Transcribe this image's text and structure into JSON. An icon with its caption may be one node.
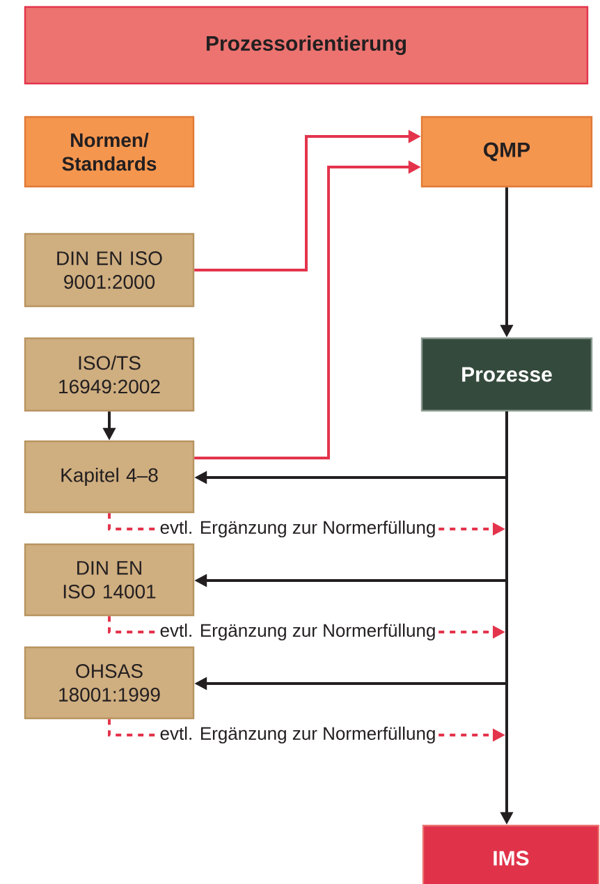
{
  "diagram": {
    "nodes": [
      {
        "text": [
          "Prozessorientierung"
        ]
      },
      {
        "text": [
          "Normen/ Standards"
        ]
      },
      {
        "text": [
          "QMP"
        ]
      },
      {
        "text": [
          "DIN EN ISO 9001:2000"
        ]
      },
      {
        "text": [
          "ISO/TS 16949:2002"
        ]
      },
      {
        "text": [
          "Prozesse"
        ]
      },
      {
        "text": [
          "Kapitel 4–8"
        ]
      },
      {
        "text": [
          "DIN EN ISO 14001"
        ]
      },
      {
        "text": [
          "OHSAS 18001:1999"
        ]
      },
      {
        "text": [
          "IMS"
        ]
      }
    ],
    "edges": [
      {
        "from": 3,
        "to": 2,
        "arrow": "to",
        "color": "#e3344c"
      },
      {
        "from": 6,
        "to": 2,
        "arrow": "to",
        "color": "#e3344c"
      },
      {
        "from": 2,
        "to": 5,
        "arrow": "to"
      },
      {
        "from": 4,
        "to": 6,
        "arrow": "to"
      },
      {
        "from": 5,
        "to": 9,
        "arrow": "to"
      },
      {
        "from": 5,
        "to": 6,
        "arrow": "to"
      },
      {
        "from": 5,
        "to": 7,
        "arrow": "to"
      },
      {
        "from": 5,
        "to": 8,
        "arrow": "to"
      },
      {
        "from": 6,
        "to": null,
        "arrow": "to",
        "label": "evtl. Ergänzung zur Normerfüllung",
        "style": "dashed",
        "color": "#e3344c"
      },
      {
        "from": 7,
        "to": null,
        "arrow": "to",
        "label": "evtl. Ergänzung zur Normerfüllung",
        "style": "dashed",
        "color": "#e3344c"
      },
      {
        "from": 8,
        "to": null,
        "arrow": "to",
        "label": "evtl. Ergänzung zur Normerfüllung",
        "style": "dashed",
        "color": "#e3344c"
      }
    ]
  }
}
